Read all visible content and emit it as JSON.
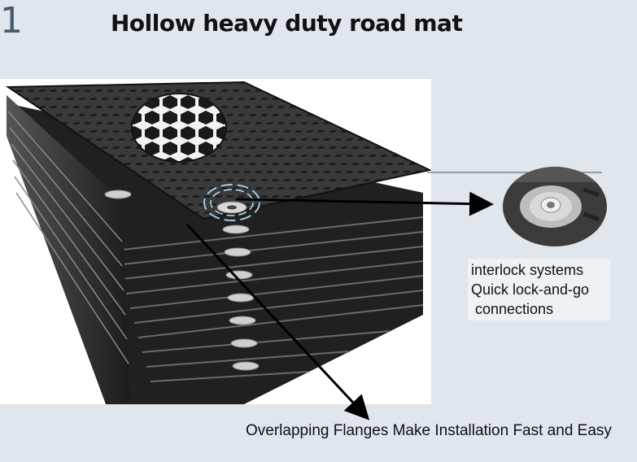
{
  "slide": {
    "number": "1",
    "title": "Hollow heavy duty road mat"
  },
  "callout": {
    "lines": [
      "interlock systems",
      "Quick lock-and-go",
      " connections"
    ]
  },
  "caption": "Overlapping Flanges Make Installation Fast and Easy",
  "colors": {
    "background": "#dfe6ec",
    "mat": "#2a2a2a",
    "arrow": "#000000",
    "highlight_ring": "#9ecbe0"
  },
  "icons": {
    "interlock_inset": "washer-detail-photo",
    "arrows": "arrow-right"
  }
}
